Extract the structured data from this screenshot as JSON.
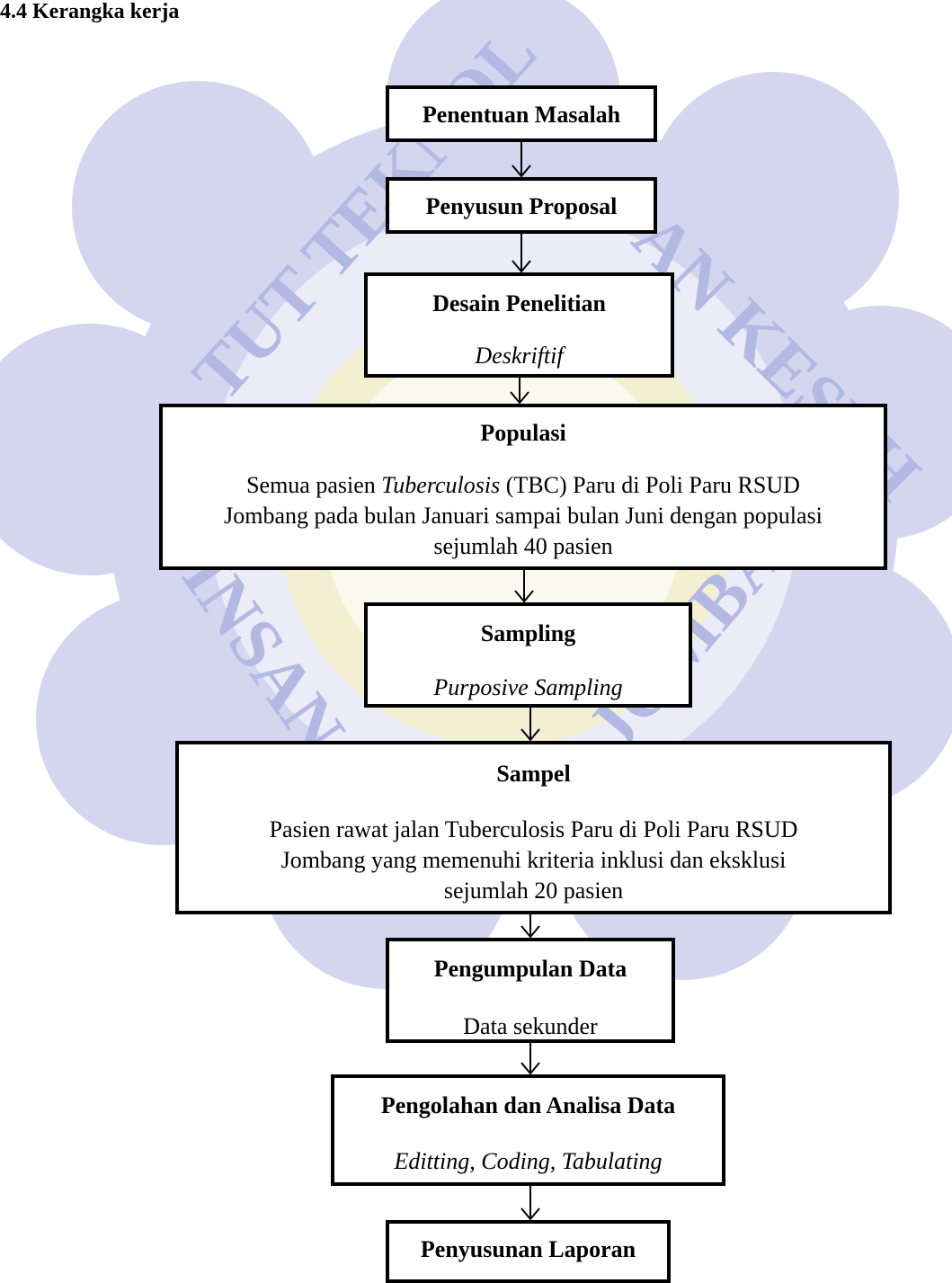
{
  "heading": "4.4 Kerangka kerja",
  "steps": [
    {
      "title": "Penentuan Masalah"
    },
    {
      "title": "Penyusun Proposal"
    },
    {
      "title": "Desain Penelitian",
      "detail": "Deskriftif"
    },
    {
      "title": "Populasi",
      "detail_line1_pre": "Semua pasien ",
      "detail_line1_italic": "Tuberculosis",
      "detail_line1_post": " (TBC) Paru di Poli Paru RSUD",
      "detail_line2": "Jombang pada bulan Januari sampai bulan Juni dengan populasi",
      "detail_line3": "sejumlah 40 pasien"
    },
    {
      "title": "Sampling",
      "detail": "Purposive Sampling"
    },
    {
      "title": "Sampel",
      "detail_line1": "Pasien rawat jalan Tuberculosis Paru di Poli Paru RSUD",
      "detail_line2": "Jombang yang memenuhi kriteria inklusi dan eksklusi",
      "detail_line3": "sejumlah 20 pasien"
    },
    {
      "title": "Pengumpulan Data",
      "detail": "Data sekunder"
    },
    {
      "title": "Pengolahan dan Analisa  Data",
      "detail": "Editting, Coding, Tabulating"
    },
    {
      "title": "Penyusunan Laporan"
    }
  ],
  "watermark": {
    "text_left": "TUT TEKNOL",
    "text_right": "AN KESEH",
    "text_bottom_left": "INSAN CE",
    "text_bottom_right": "JOMBANG",
    "outer_color": "#c9cdea",
    "inner_color": "#f7f0a8",
    "text_color": "#aeb4df"
  }
}
